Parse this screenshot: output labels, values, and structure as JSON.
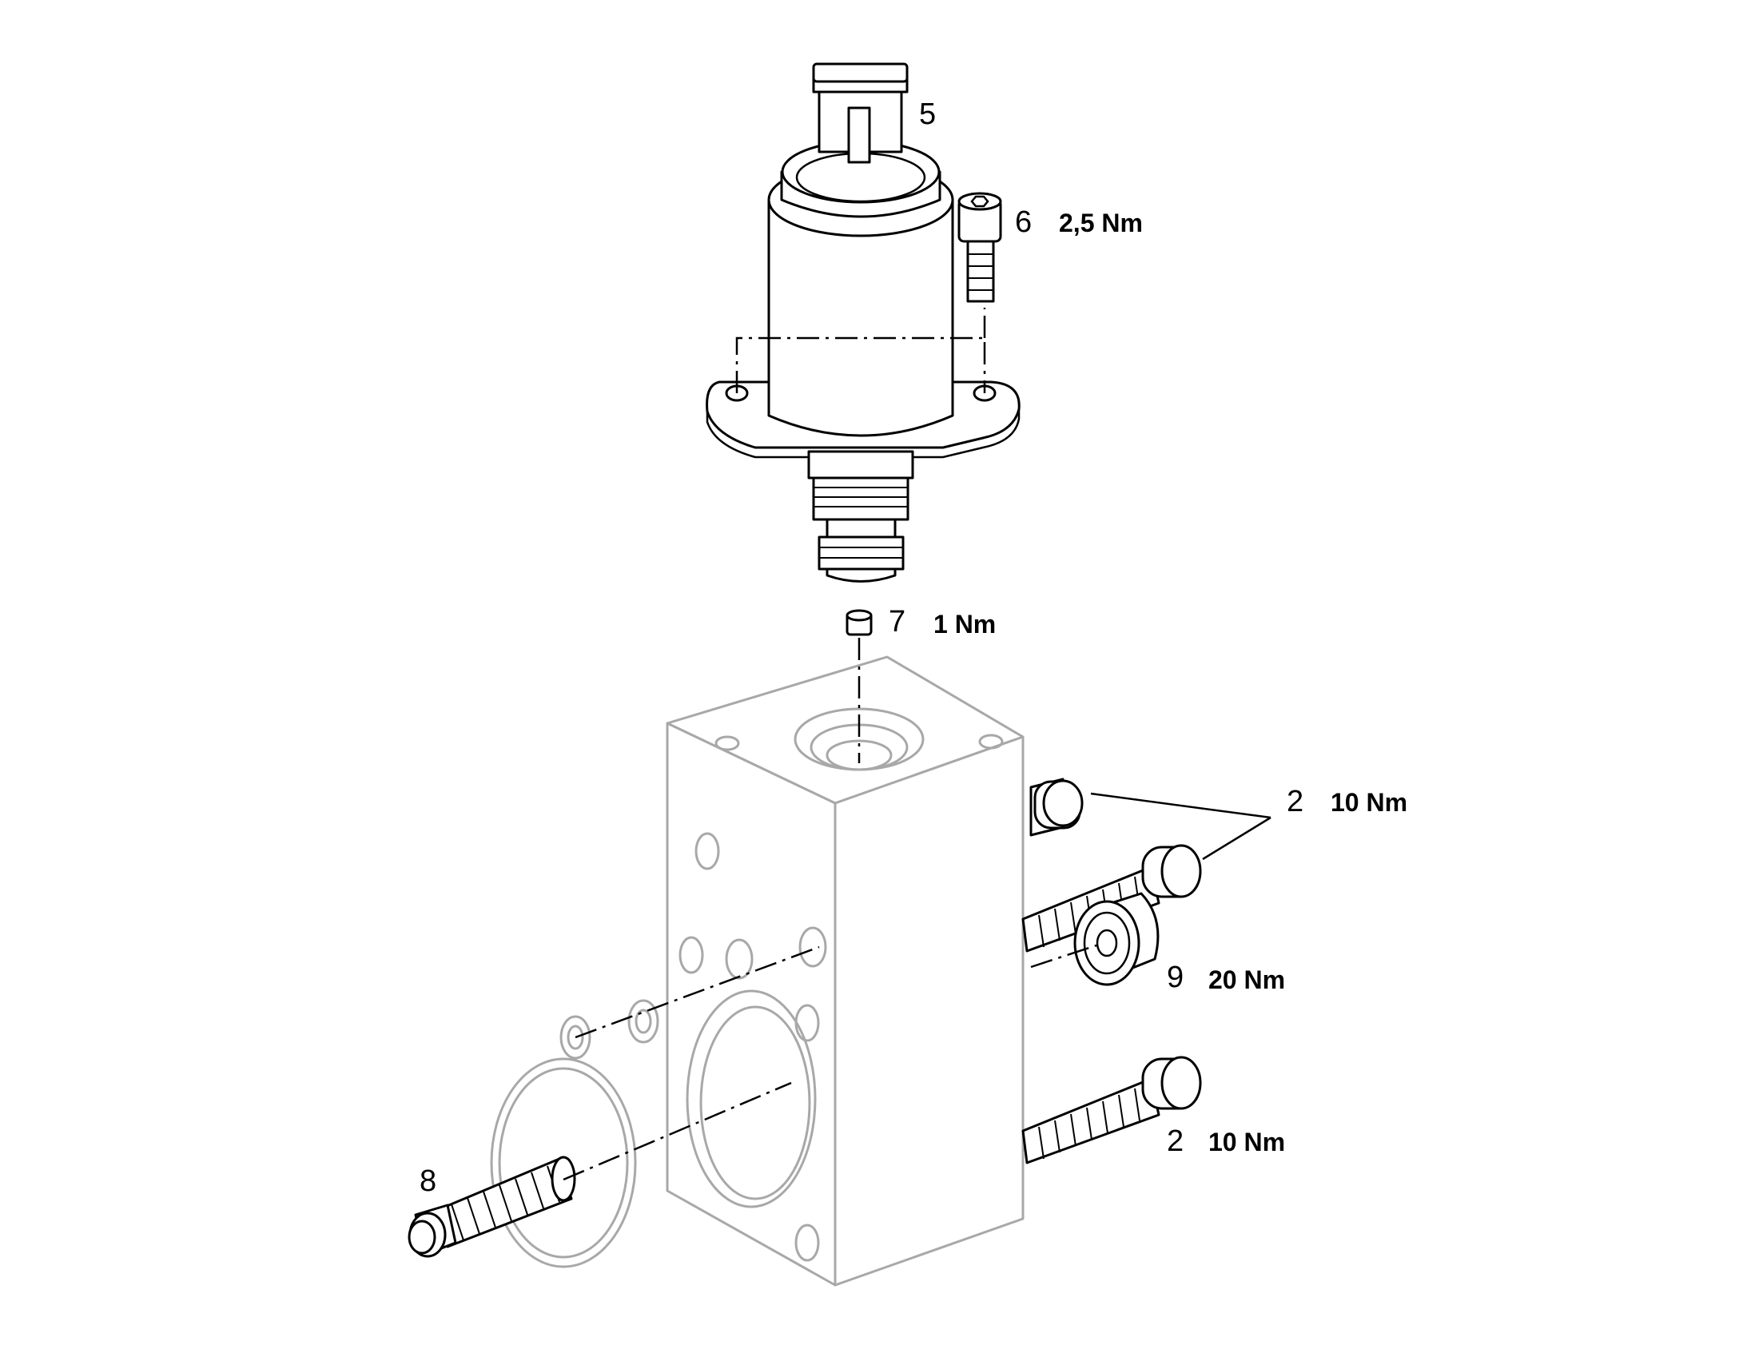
{
  "callouts": [
    {
      "id": "5",
      "number": "5",
      "torque": ""
    },
    {
      "id": "6",
      "number": "6",
      "torque": "2,5 Nm"
    },
    {
      "id": "7",
      "number": "7",
      "torque": "1 Nm"
    },
    {
      "id": "2a",
      "number": "2",
      "torque": "10 Nm"
    },
    {
      "id": "9",
      "number": "9",
      "torque": "20 Nm"
    },
    {
      "id": "2b",
      "number": "2",
      "torque": "10 Nm"
    },
    {
      "id": "8",
      "number": "8",
      "torque": ""
    }
  ]
}
